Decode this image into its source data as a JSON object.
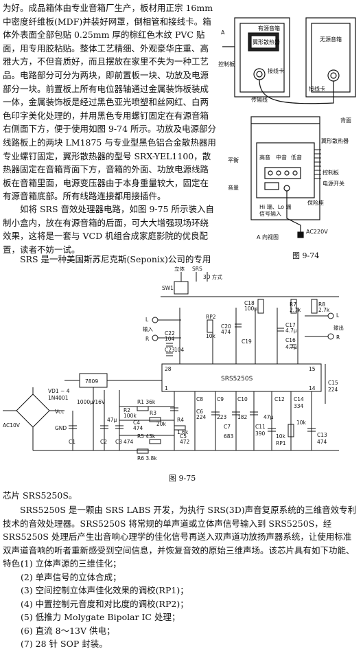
{
  "left_text": {
    "p1": "为好。成品箱体由专业音箱厂生产，板材用正宗 16mm 中密度纤维板(MDF)并装好网罩，倒相管和接线卡。箱体外表面全部包贴 0.25mm 厚的棕红色木纹 PVC 贴面，用专用胶粘贴。整体工艺精细、外观豪华庄重、高雅大方，不但音质好，而且摆放在家里不失为一种工艺品。",
    "p2": "电路部分可分为两块，即前置板一块、功放及电源部分一块。前置板上所有电位器轴通过金属装饰板装成一体，金属装饰板是经过黑色亚光喷塑和丝网红、白两色印字美化处理的，并用黑色专用螺钉固定在有源音箱右侧面下方，便于使用如图 9-74 所示。功放及电源部分线路板上的两块 LM1875 与专业型黑色铝合金散热器用专业螺钉固定，翼形散热器的型号 SRX-YEL1100，散热器固定在音箱背面下方，音箱的外面、功放电源线路板在音箱里面，电源变压器由于本身重量较大，固定在有源音箱底部。所有线路连接都用接插件。",
    "p3": "如将 SRS 音效处理器电路，如图 9-75 所示装入自制小盒内，放在有源音箱的后面，可大大增强现场环绕效果，这将是一套与 VCD 机组合成家庭影院的优良配置，读者不妨一试。",
    "p4": "SRS 是一种美国斯苏尼克斯(Seponix)公司的专用"
  },
  "fig74": {
    "caption": "图  9-74",
    "top_labels": {
      "A": "A",
      "speaker_hole": "有源音箱",
      "heatsink": "翼形散热器",
      "passive": "无源音箱",
      "front_panel": "控制板",
      "terminal": "接线卡",
      "terminal2": "接线卡",
      "cable": "传输线"
    },
    "bottom_labels": {
      "back": "背面",
      "treble": "高音",
      "mid": "中音",
      "bass": "低音",
      "balance": "平衡",
      "heatsink": "翼形散热器",
      "volume": "音量",
      "control": "控制板",
      "switch": "电源开关",
      "fuse": "保险座",
      "input": "Hi 端、Lo 端",
      "input2": "信号输入",
      "power": "AC220V",
      "view": "A 向视图"
    }
  },
  "fig75": {
    "caption": "图  9-75",
    "labels": {
      "stereo": "立体",
      "srs": "SRS",
      "d3": "3D 方式",
      "sw1": "SW1",
      "L_in": "L",
      "R_in": "R",
      "input": "输入",
      "L_out": "L",
      "R_out": "R",
      "output": "输出",
      "chip": "SRS5250S",
      "pin28": "28",
      "pin1": "1",
      "pin15": "15",
      "pin14": "14",
      "reg": "7809",
      "vd": "VD1 ~ 4",
      "diode": "1N4001",
      "vcc": "Vcc",
      "gnd": "GND",
      "ac": "AC10V",
      "c1": "C1",
      "c1v": "1000μ/16V",
      "c2": "C2",
      "c2v": "47μ",
      "c3": "C3",
      "c3v": "474",
      "c18": "C18",
      "c18v": "100μ",
      "c22": "C22",
      "c22v": "104",
      "c23": "C23",
      "c23v": "104",
      "c20": "C20",
      "c20v": "474",
      "c19": "C19",
      "c17": "C17",
      "c17v": "4.7μ",
      "c16": "C16",
      "c16v": "4.7μ",
      "c15": "C15",
      "c15v": "224",
      "c13": "C13",
      "c13v": "474",
      "c14": "C14",
      "c12": "C12",
      "c11": "C11",
      "c11v": "390",
      "c10": "C10",
      "c9": "C9",
      "c8": "C8",
      "c7": "C7",
      "c6": "C6",
      "c5": "C5",
      "c5v": "472",
      "c4": "C4",
      "c4v": "474",
      "r1": "R1 36k",
      "r2": "R2",
      "r2v": "100k",
      "r3": "R3",
      "r3v": "20k",
      "r4": "R4",
      "r4v": "1.6k",
      "r5": "R5 43k",
      "r6": "R6 3.8k",
      "r7": "R7",
      "r7v": "2.7k",
      "r8": "R8",
      "r8v": "2.7k",
      "rp1": "RP1",
      "rp1v": "10k",
      "rp2": "RP2",
      "rp2v": "10k",
      "n334": "334",
      "n224": "224",
      "n223": "223",
      "n182": "182",
      "n683": "683",
      "n47": "47μ",
      "n10k": "10k"
    }
  },
  "bottom_text": {
    "p1": "芯片 SRS5250S。",
    "p2": "SRS5250S 是一颗由 SRS LABS 开发，为执行 SRS(3D)声音复原系统的三维音效专利技术的音效处理器。SRS5250S 将常规的单声道或立体声信号输入到 SRS5250S，经 SRS5250S 处理后产生出音响心理学的佳化信号再送入双声道功放扬声器系统，让使用标准双声道音响的听者重新感受到空间信息，并恢复音效的原始三维声场。该芯片具有如下功能、特色：",
    "items": [
      "(1)  立体声源的三维佳化；",
      "(2)  单声信号的立体合成；",
      "(3)  空间控制立体声佳化效果的调校(RP1)；",
      "(4)  中置控制元音度和对比度的调校(RP2)；",
      "(5)  低推力 Molygate Bipolar IC 处理；",
      "(6)  直流 8～13V 供电；",
      "(7)  28 针 SOP 封装。"
    ]
  }
}
